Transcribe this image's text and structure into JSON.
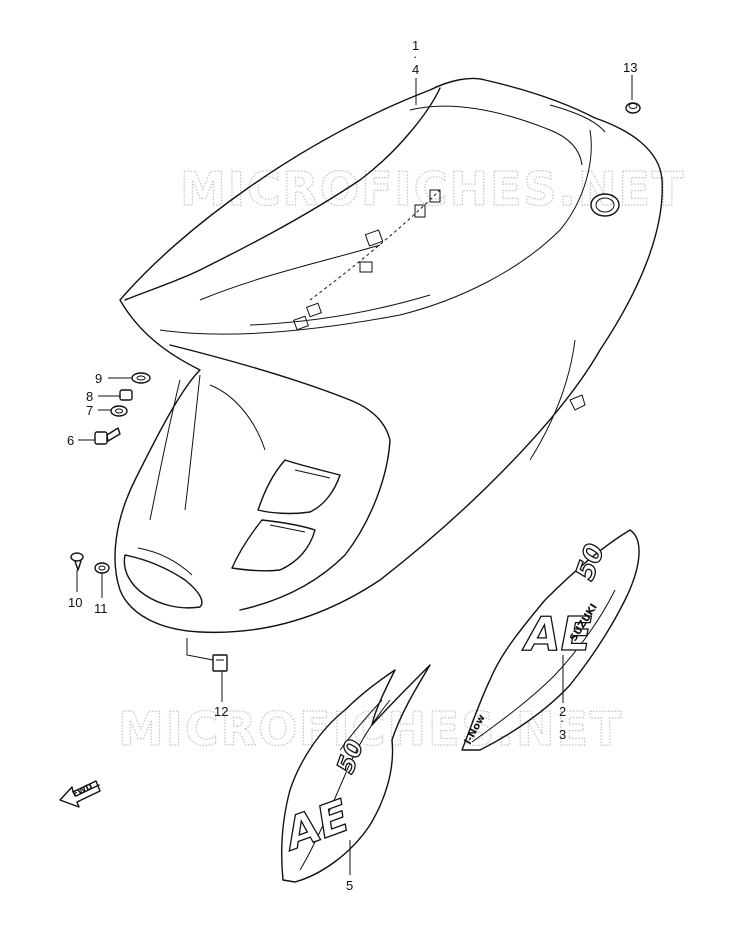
{
  "watermarks": [
    "MICROFICHES.NET",
    "MICROFICHES.NET"
  ],
  "callouts": [
    {
      "id": "c1",
      "label": "1"
    },
    {
      "id": "c1sep",
      "label": "·"
    },
    {
      "id": "c4",
      "label": "4"
    },
    {
      "id": "c13",
      "label": "13"
    },
    {
      "id": "c9",
      "label": "9"
    },
    {
      "id": "c8",
      "label": "8"
    },
    {
      "id": "c7",
      "label": "7"
    },
    {
      "id": "c6",
      "label": "6"
    },
    {
      "id": "c10",
      "label": "10"
    },
    {
      "id": "c11",
      "label": "11"
    },
    {
      "id": "c12",
      "label": "12"
    },
    {
      "id": "c2",
      "label": "2"
    },
    {
      "id": "c2sep",
      "label": "·"
    },
    {
      "id": "c3",
      "label": "3"
    },
    {
      "id": "c5",
      "label": "5"
    }
  ],
  "decals": {
    "side_model": "AE",
    "side_number": "50",
    "side_brand": "SUZUKI",
    "side_script": "i-Now",
    "front_model": "AE",
    "front_number": "50"
  },
  "fwd_arrow": {
    "label": "FWD"
  }
}
